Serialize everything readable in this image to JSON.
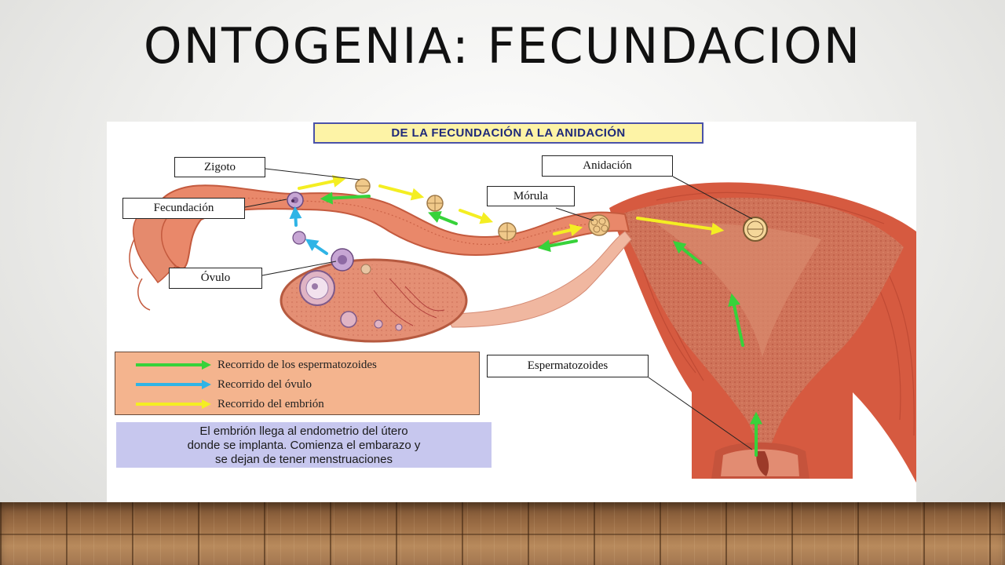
{
  "slide": {
    "title": "ONTOGENIA:  FECUNDACION"
  },
  "diagram": {
    "banner": "DE LA FECUNDACIÓN A LA ANIDACIÓN",
    "labels": {
      "zigoto": "Zigoto",
      "fecundacion": "Fecundación",
      "ovulo": "Óvulo",
      "morula": "Mórula",
      "anidacion": "Anidación",
      "espermatozoides": "Espermatozoides"
    },
    "legend": [
      {
        "text": "Recorrido de los espermatozoides",
        "color": "#37d23a",
        "icon": "green-arrow-icon"
      },
      {
        "text": "Recorrido del óvulo",
        "color": "#2fb4e6",
        "icon": "blue-arrow-icon"
      },
      {
        "text": "Recorrido del embrión",
        "color": "#f4ee22",
        "icon": "yellow-arrow-icon"
      }
    ],
    "note": {
      "line1": "El embrión llega al endometrio del útero",
      "line2": "donde se implanta. Comienza el embarazo y",
      "line3": "se dejan de tener menstruaciones"
    },
    "colors": {
      "tissue": "#e58a6d",
      "muscle": "#d2553d",
      "endometrium": "#cf7359",
      "sperm_path": "#37d23a",
      "egg_path": "#2fb4e6",
      "embryo_path": "#f4ee22"
    }
  }
}
